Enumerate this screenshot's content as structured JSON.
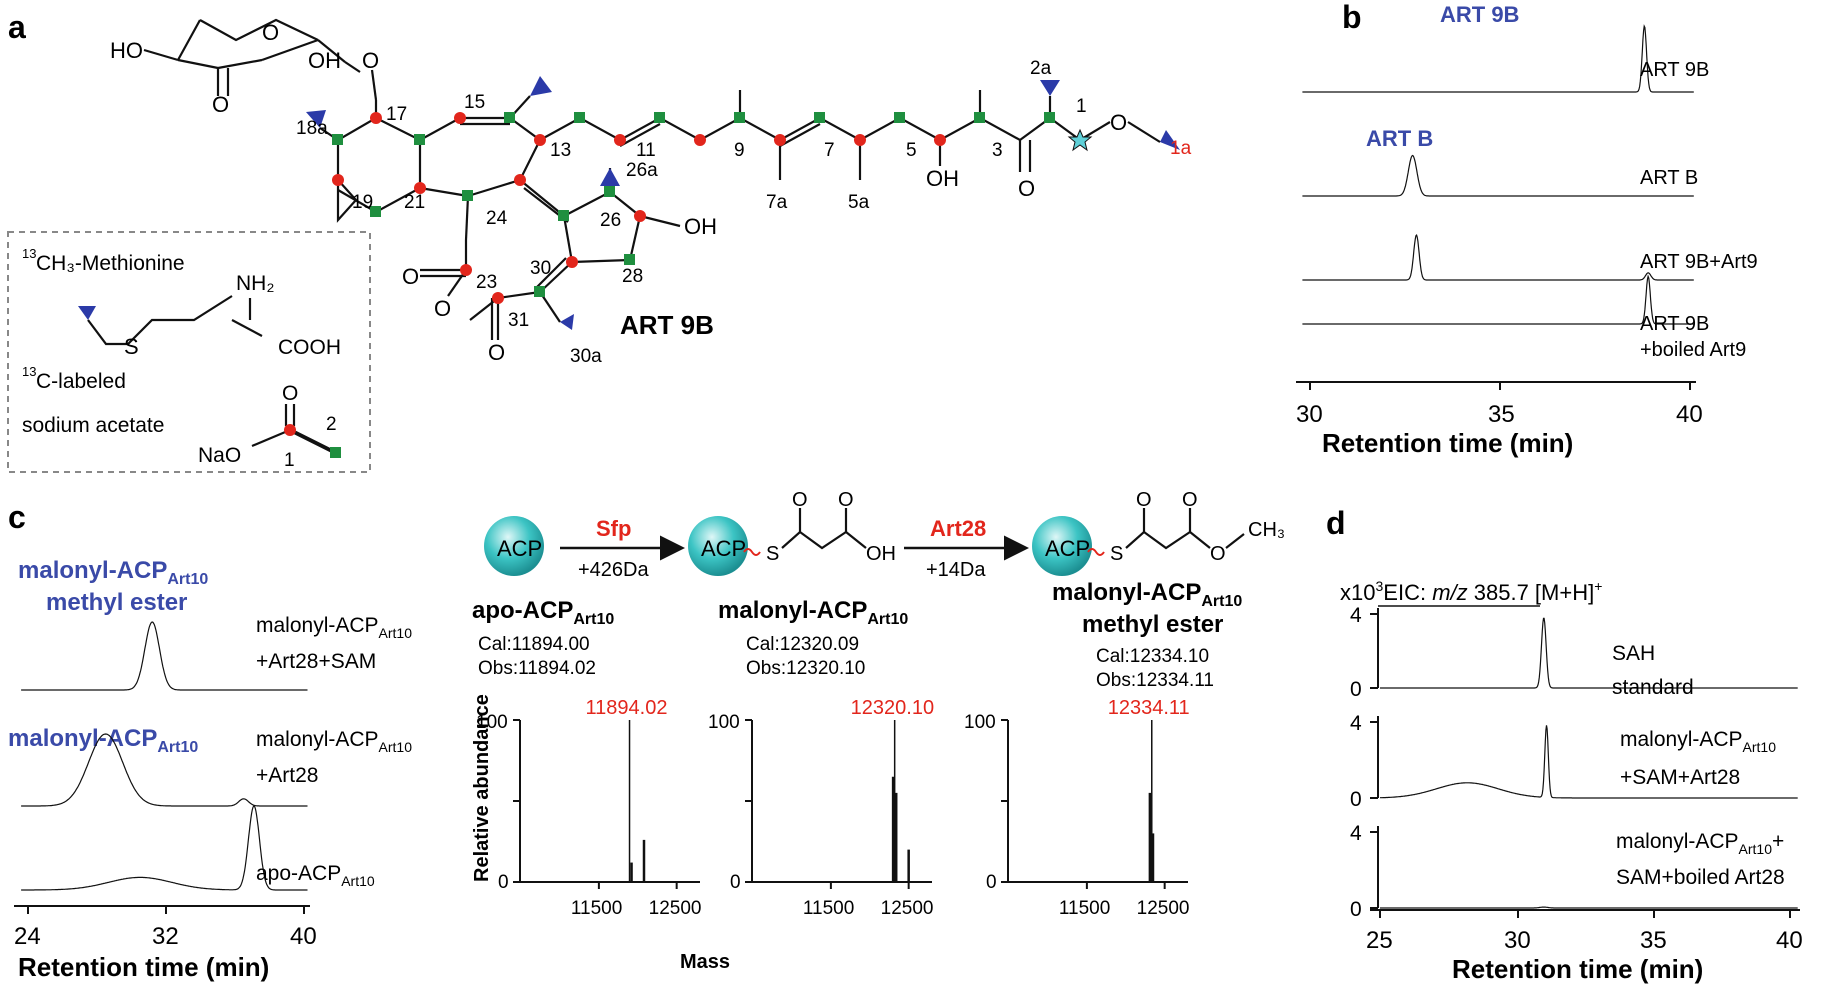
{
  "panels": {
    "a": "a",
    "b": "b",
    "c": "c",
    "d": "d"
  },
  "colors": {
    "carbon_dot": "#e2261c",
    "acetate_square": "#1f8f3f",
    "methyl_arrow": "#2b3aa8",
    "label_blue": "#3a4aa8",
    "label_red": "#e2261c",
    "acp_sphere": "#3cc4c4"
  },
  "panel_a": {
    "compound_label": "ART 9B",
    "sugar_labels": [
      "HO",
      "O",
      "OH",
      "O",
      "O"
    ],
    "position_labels": [
      "18a",
      "17",
      "15",
      "13",
      "11",
      "9",
      "7",
      "5",
      "3",
      "1",
      "2a",
      "19",
      "21",
      "24",
      "26",
      "26a",
      "28",
      "23",
      "30",
      "31",
      "30a",
      "7a",
      "5a",
      "OH",
      "O",
      "O",
      "O",
      "O",
      "O",
      "OH"
    ],
    "red_label": "1a",
    "legend": {
      "methionine": "CH₃-Methionine",
      "methionine_sup": "13",
      "nh2": "NH₂",
      "cooh": "COOH",
      "s": "S",
      "acetate_line1": "C-labeled",
      "acetate_sup": "13",
      "acetate_line2": "sodium acetate",
      "nao": "NaO",
      "o": "O",
      "c1": "1",
      "c2": "2"
    }
  },
  "panel_b": {
    "peak_labels": [
      "ART 9B",
      "ART B"
    ],
    "traces": [
      "ART 9B",
      "ART B",
      "ART 9B+Art9",
      "ART 9B",
      "+boiled Art9"
    ],
    "xlabel": "Retention time (min)",
    "xticks": [
      "30",
      "35",
      "40"
    ]
  },
  "panel_c": {
    "peak_label_1": "malonyl-ACP",
    "peak_label_1_sub": "Art10",
    "peak_label_1b": "methyl ester",
    "peak_label_2": "malonyl-ACP",
    "peak_label_2_sub": "Art10",
    "trace_labels": [
      {
        "main": "malonyl-ACP",
        "sub": "Art10",
        "line2": "+Art28+SAM"
      },
      {
        "main": "malonyl-ACP",
        "sub": "Art10",
        "line2": "+Art28"
      },
      {
        "main": "apo-ACP",
        "sub": "Art10",
        "line2": ""
      }
    ],
    "xlabel": "Retention time (min)",
    "xticks": [
      "24",
      "32",
      "40"
    ],
    "scheme": {
      "acp": "ACP",
      "enzyme1": "Sfp",
      "mass1": "+426Da",
      "enzyme2": "Art28",
      "mass2": "+14Da",
      "s": "S",
      "o": "O",
      "oh": "OH",
      "ch3": "CH₃"
    },
    "species": [
      {
        "name": "apo-ACP",
        "sub": "Art10",
        "name2": "",
        "cal": "Cal:11894.00",
        "obs": "Obs:11894.02",
        "peak": "11894.02"
      },
      {
        "name": "malonyl-ACP",
        "sub": "Art10",
        "name2": "",
        "cal": "Cal:12320.09",
        "obs": "Obs:12320.10",
        "peak": "12320.10"
      },
      {
        "name": "malonyl-ACP",
        "sub": "Art10",
        "name2": "methyl ester",
        "cal": "Cal:12334.10",
        "obs": "Obs:12334.11",
        "peak": "12334.11"
      }
    ],
    "ms_ylabel": "Relative abundance",
    "ms_xlabel": "Mass",
    "ms_yticks": [
      "100",
      "0"
    ],
    "ms_xticks": [
      "11500",
      "12500"
    ]
  },
  "panel_d": {
    "eic_prefix": "x10",
    "eic_sup": "3",
    "eic_text": "EIC: ",
    "eic_mz": "m/z",
    "eic_value": " 385.7 [M+H]",
    "eic_plus": "+",
    "trace_labels": [
      {
        "line1": "SAH",
        "line2": "standard",
        "sub": "",
        "line1b": ""
      },
      {
        "line1": "malonyl-ACP",
        "sub": "Art10",
        "line1b": "",
        "line2": "+SAM+Art28"
      },
      {
        "line1": "malonyl-ACP",
        "sub": "Art10",
        "line1b": "+",
        "line2": "SAM+boiled Art28"
      }
    ],
    "yticks": [
      "4",
      "0"
    ],
    "xlabel": "Retention time (min)",
    "xticks": [
      "25",
      "30",
      "35",
      "40"
    ]
  },
  "chart_data": [
    {
      "type": "line",
      "panel": "b",
      "xlabel": "Retention time (min)",
      "xlim": [
        30,
        40
      ],
      "series": [
        {
          "name": "ART 9B",
          "peaks": [
            {
              "x": 38.8,
              "height": 1.0
            }
          ]
        },
        {
          "name": "ART B",
          "peaks": [
            {
              "x": 32.7,
              "height": 0.45
            }
          ]
        },
        {
          "name": "ART 9B+Art9",
          "peaks": [
            {
              "x": 32.8,
              "height": 0.5
            },
            {
              "x": 38.9,
              "height": 0.08
            }
          ]
        },
        {
          "name": "ART 9B +boiled Art9",
          "peaks": [
            {
              "x": 38.9,
              "height": 0.85
            }
          ]
        }
      ]
    },
    {
      "type": "line",
      "panel": "c",
      "xlabel": "Retention time (min)",
      "xlim": [
        24,
        40
      ],
      "series": [
        {
          "name": "malonyl-ACPArt10 +Art28+SAM",
          "peaks": [
            {
              "x": 31.2,
              "height": 1.0
            }
          ]
        },
        {
          "name": "malonyl-ACPArt10 +Art28",
          "peaks": [
            {
              "x": 28.5,
              "height": 0.8
            },
            {
              "x": 36.5,
              "height": 0.08
            }
          ]
        },
        {
          "name": "apo-ACPArt10",
          "peaks": [
            {
              "x": 37.1,
              "height": 1.0
            },
            {
              "x": 30.5,
              "height": 0.15
            }
          ]
        }
      ]
    },
    {
      "type": "bar",
      "panel": "c-ms",
      "ylabel": "Relative abundance",
      "xlabel": "Mass",
      "ylim": [
        0,
        100
      ],
      "spectra": [
        {
          "name": "apo-ACPArt10",
          "peaks": [
            {
              "x": 11894.02,
              "y": 100
            },
            {
              "x": 11920,
              "y": 12
            },
            {
              "x": 12080,
              "y": 26
            }
          ]
        },
        {
          "name": "malonyl-ACPArt10",
          "peaks": [
            {
              "x": 12320.1,
              "y": 100
            },
            {
              "x": 12300,
              "y": 65
            },
            {
              "x": 12340,
              "y": 55
            },
            {
              "x": 12500,
              "y": 20
            }
          ]
        },
        {
          "name": "malonyl-ACPArt10 methyl ester",
          "peaks": [
            {
              "x": 12334.11,
              "y": 100
            },
            {
              "x": 12310,
              "y": 55
            },
            {
              "x": 12350,
              "y": 30
            }
          ]
        }
      ]
    },
    {
      "type": "line",
      "panel": "d",
      "xlabel": "Retention time (min)",
      "ylabel": "EIC: m/z 385.7 [M+H]+ (x10^3)",
      "xlim": [
        25,
        40
      ],
      "ylim": [
        0,
        4
      ],
      "series": [
        {
          "name": "SAH standard",
          "peaks": [
            {
              "x": 31.0,
              "height": 3.8
            }
          ]
        },
        {
          "name": "malonyl-ACPArt10 +SAM+Art28",
          "peaks": [
            {
              "x": 31.1,
              "height": 3.8
            },
            {
              "x": 28.2,
              "height": 0.8
            }
          ]
        },
        {
          "name": "malonyl-ACPArt10+ SAM+boiled Art28",
          "peaks": [
            {
              "x": 31.0,
              "height": 0.05
            }
          ]
        }
      ]
    }
  ]
}
